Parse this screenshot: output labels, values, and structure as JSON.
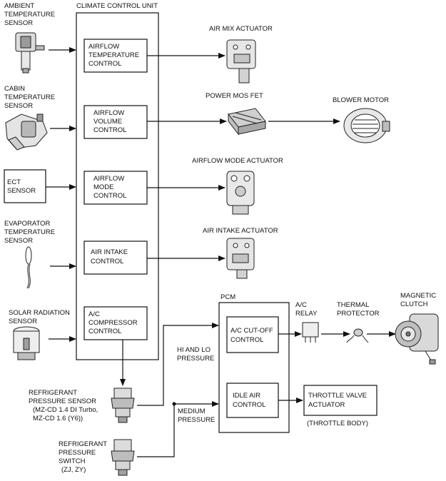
{
  "labels": {
    "climate_control_unit": "CLIMATE CONTROL UNIT",
    "ambient_sensor": [
      "AMBIENT",
      "TEMPERATURE",
      "SENSOR"
    ],
    "cabin_sensor": [
      "CABIN",
      "TEMPERATURE",
      "SENSOR"
    ],
    "ect_sensor": [
      "ECT",
      "SENSOR"
    ],
    "evaporator_sensor": [
      "EVAPORATOR",
      "TEMPERATURE",
      "SENSOR"
    ],
    "solar_sensor": [
      "SOLAR RADIATION",
      "SENSOR"
    ],
    "airflow_temp_control": [
      "AIRFLOW",
      "TEMPERATURE",
      "CONTROL"
    ],
    "airflow_volume_control": [
      "AIRFLOW",
      "VOLUME",
      "CONTROL"
    ],
    "airflow_mode_control": [
      "AIRFLOW",
      "MODE",
      "CONTROL"
    ],
    "air_intake_control": [
      "AIR INTAKE",
      "CONTROL"
    ],
    "ac_compressor_control": [
      "A/C",
      "COMPRESSOR",
      "CONTROL"
    ],
    "air_mix_actuator": "AIR MIX ACTUATOR",
    "power_mos_fet": "POWER MOS FET",
    "blower_motor": "BLOWER MOTOR",
    "airflow_mode_actuator": "AIRFLOW MODE ACTUATOR",
    "air_intake_actuator": "AIR INTAKE ACTUATOR",
    "pcm": "PCM",
    "ac_cutoff_control": [
      "A/C CUT-OFF",
      "CONTROL"
    ],
    "idle_air_control": [
      "IDLE AIR",
      "CONTROL"
    ],
    "hi_lo_pressure": [
      "HI AND LO",
      "PRESSURE"
    ],
    "medium_pressure": [
      "MEDIUM",
      "PRESSURE"
    ],
    "ac_relay": [
      "A/C",
      "RELAY"
    ],
    "thermal_protector": [
      "THERMAL",
      "PROTECTOR"
    ],
    "magnetic_clutch": [
      "MAGNETIC",
      "CLUTCH"
    ],
    "throttle_valve_actuator": [
      "THROTTLE VALVE",
      "ACTUATOR"
    ],
    "throttle_body": "(THROTTLE BODY)",
    "refrigerant_pressure_sensor": [
      "REFRIGERANT",
      "PRESSURE SENSOR",
      "(MZ-CD 1.4 DI Turbo,",
      "MZ-CD 1.6 (Y6))"
    ],
    "refrigerant_pressure_switch": [
      "REFRIGERANT",
      "PRESSURE",
      "SWITCH",
      "(ZJ, ZY)"
    ]
  }
}
